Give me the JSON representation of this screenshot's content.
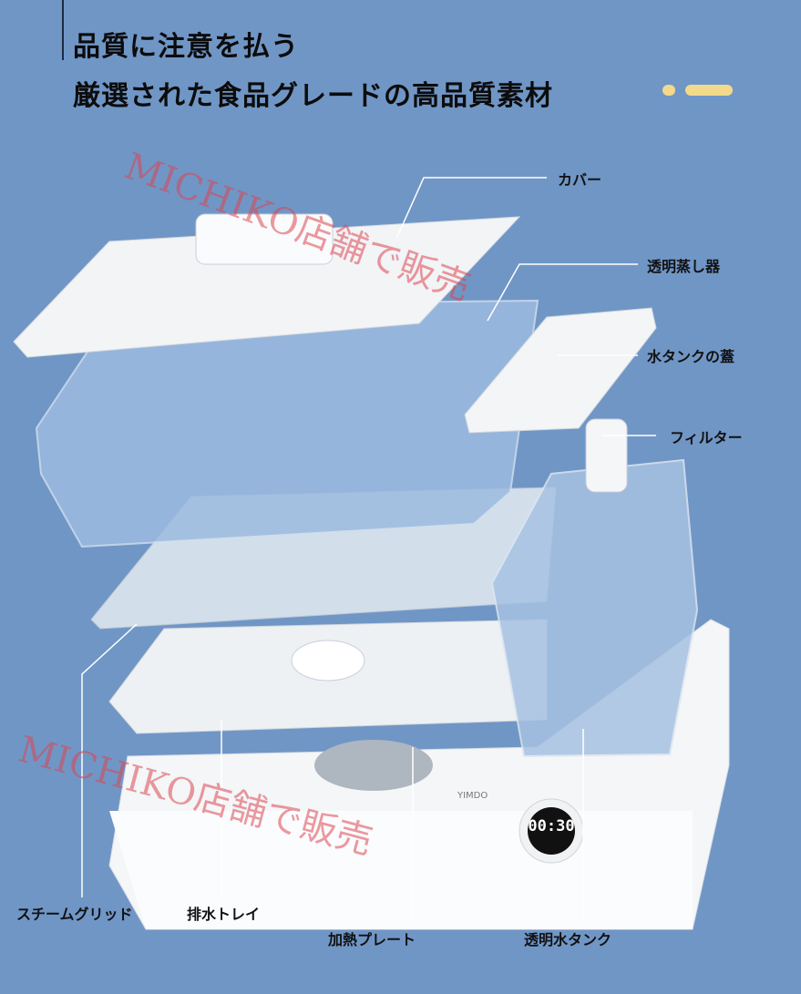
{
  "heading": {
    "line1": "品質に注意を払う",
    "line2": "厳選された食品グレードの高品質素材"
  },
  "accent_color": "#f3d98a",
  "background_color": "#7096c6",
  "labels": {
    "cover": "カバー",
    "steamer": "透明蒸し器",
    "tank_lid": "水タンクの蓋",
    "filter": "フィルター",
    "steam_grid": "スチームグリッド",
    "drain_tray": "排水トレイ",
    "heating_plate": "加熱プレート",
    "water_tank": "透明水タンク"
  },
  "device": {
    "brand": "YIMDO",
    "timer_display": "00:30"
  },
  "watermark": "MICHIKO店舗で販売"
}
